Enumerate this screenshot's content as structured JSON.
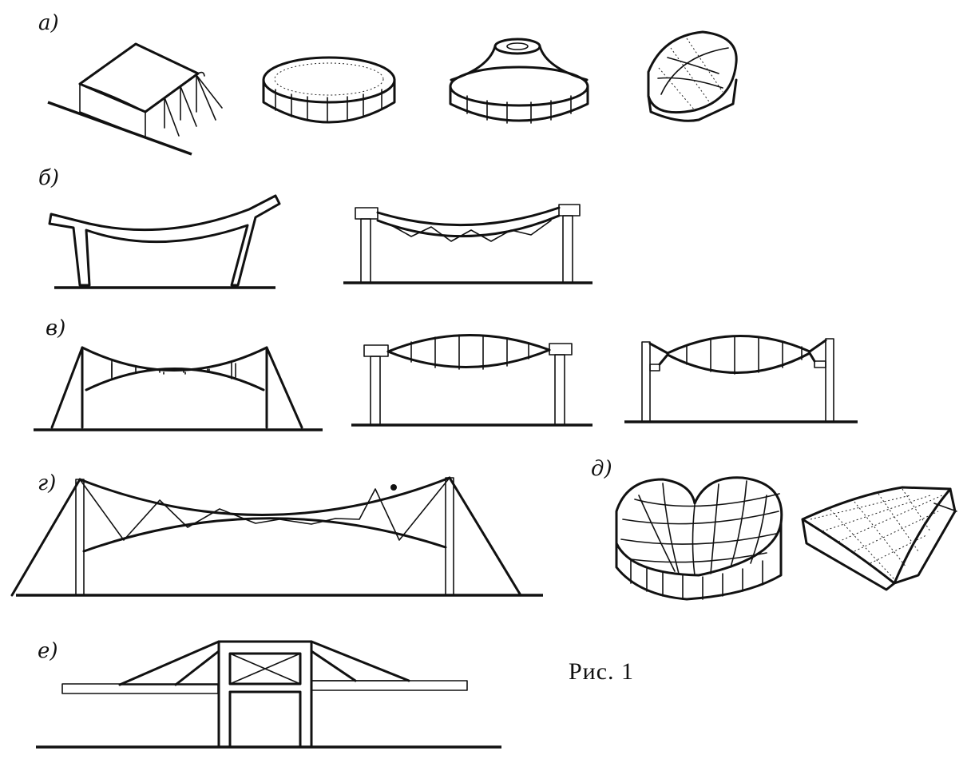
{
  "panels": {
    "a": "а)",
    "b": "б)",
    "v": "в)",
    "g": "г)",
    "d": "д)",
    "e": "е)"
  },
  "caption": "Рис. 1"
}
